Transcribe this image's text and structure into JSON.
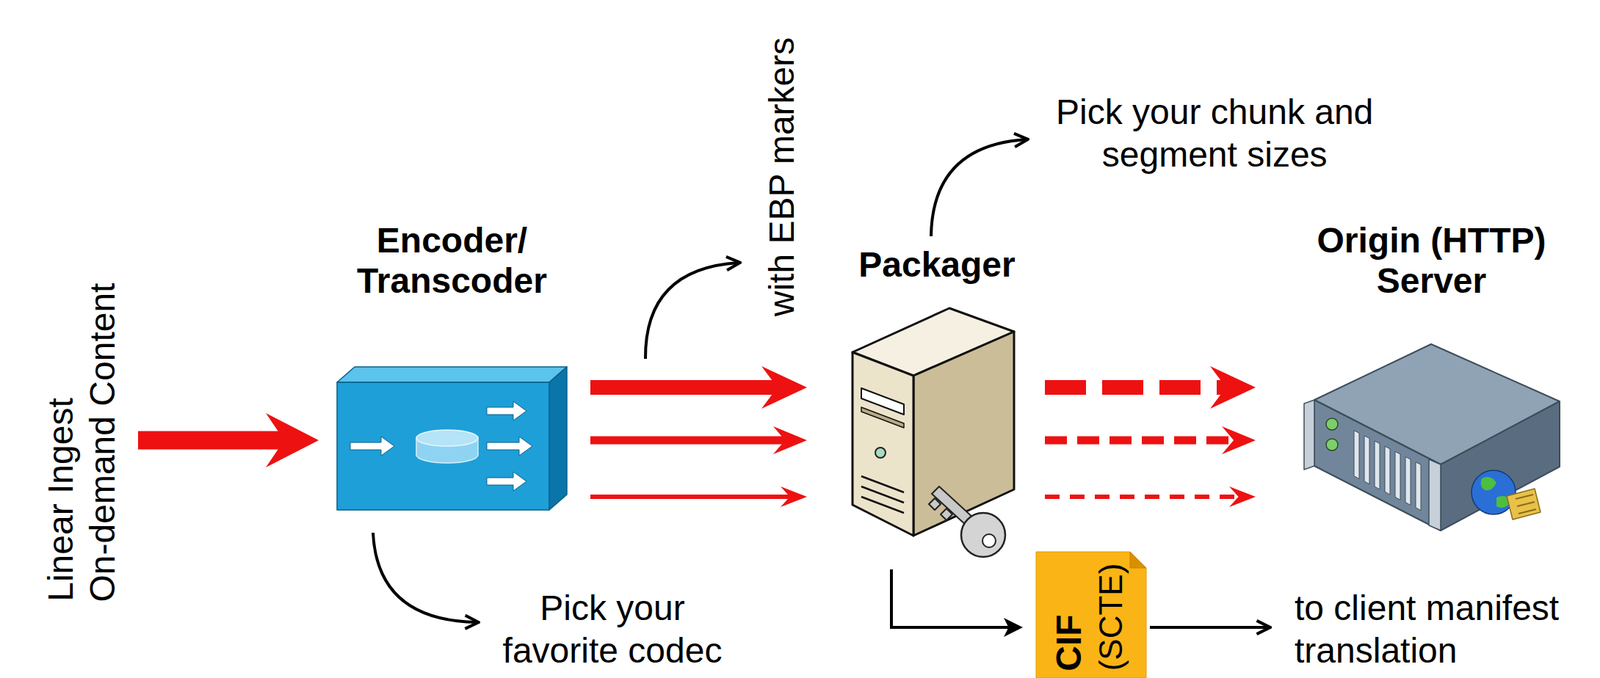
{
  "diagram": {
    "nodes": [
      {
        "text": [
          "Encoder/ Transcoder"
        ]
      },
      {
        "text": [
          "Packager"
        ]
      },
      {
        "text": [
          "Origin (HTTP) Server"
        ]
      },
      {
        "text": [
          "CIF",
          "(SCTE)"
        ]
      }
    ],
    "edges": [
      {
        "from": 0,
        "to": 1,
        "arrow": "to"
      },
      {
        "from": 0,
        "to": 1,
        "arrow": "to"
      },
      {
        "from": 0,
        "to": 1,
        "arrow": "to"
      },
      {
        "from": 1,
        "to": 2,
        "arrow": "to"
      },
      {
        "from": 1,
        "to": 2,
        "arrow": "to"
      },
      {
        "from": 1,
        "to": 2,
        "arrow": "to"
      },
      {
        "from": 1,
        "to": 3,
        "arrow": "to"
      }
    ],
    "labels": [
      "Linear Ingest",
      "On-demand Content",
      "with EBP markers",
      "Pick your chunk and segment sizes",
      "Pick your favorite codec",
      "to client manifest translation"
    ]
  }
}
